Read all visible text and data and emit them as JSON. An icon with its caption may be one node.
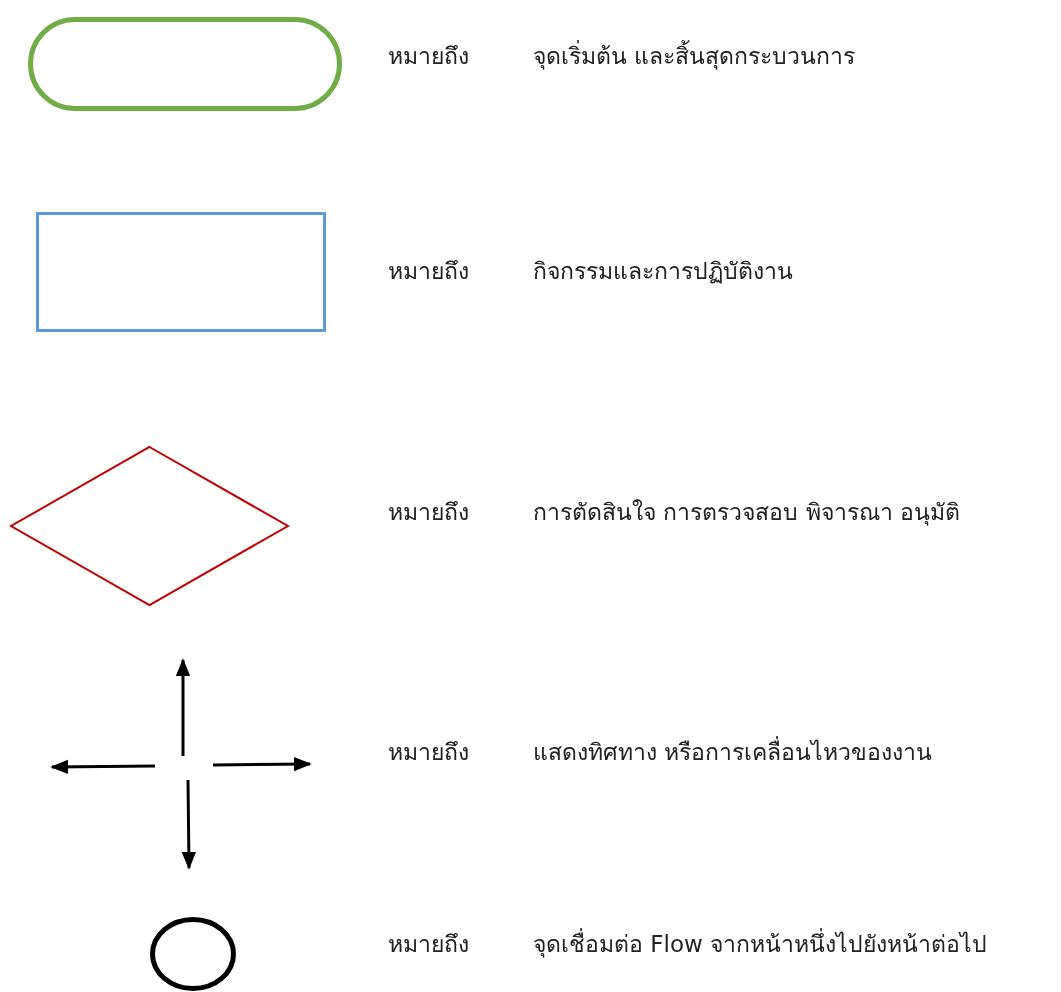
{
  "diagram": {
    "nodes": [
      {
        "text": [],
        "shape": "oval"
      },
      {
        "text": [],
        "shape": "box"
      },
      {
        "text": [],
        "shape": "diamond"
      },
      {
        "text": [],
        "shape": "circle"
      }
    ],
    "labels": [
      "หมายถึง",
      "หมายถึง",
      "หมายถึง",
      "หมายถึง",
      "หมายถึง"
    ],
    "legend": [
      {
        "text": "จุดเริ่มต้น และสิ้นสุดกระบวนการ"
      },
      {
        "text": "กิจกรรมและการปฏิบัติงาน"
      },
      {
        "text": "การตัดสินใจ การตรวจสอบ พิจารณา อนุมัติ"
      },
      {
        "text": "แสดงทิศทาง หรือการเคลื่อนไหวของงาน"
      },
      {
        "text": "จุดเชื่อมต่อ Flow จากหน้าหนึ่งไปยังหน้าต่อไป"
      }
    ]
  }
}
